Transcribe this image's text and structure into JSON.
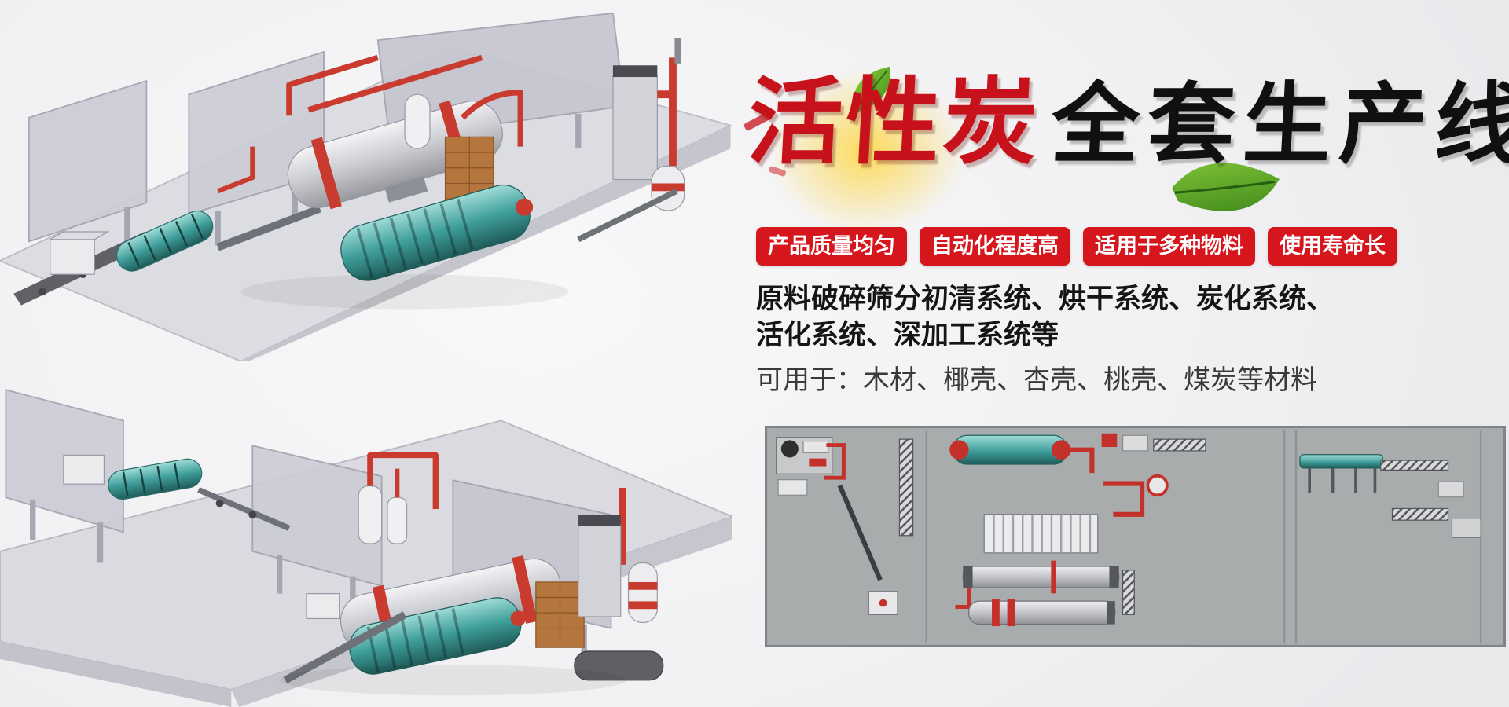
{
  "hero": {
    "title_red": "活性炭",
    "title_black": "全套生产线",
    "badges": [
      "产品质量均匀",
      "自动化程度高",
      "适用于多种物料",
      "使用寿命长"
    ],
    "description_line1": "原料破碎筛分初清系统、烘干系统、炭化系统、",
    "description_line2": "活化系统、深加工系统等",
    "usage_line": "可用于：木材、椰壳、杏壳、桃壳、煤炭等材料",
    "colors": {
      "title_red": "#c8121b",
      "title_black": "#101010",
      "badge_background": "#d5161d",
      "badge_text": "#ffffff",
      "accent_green": "#6ab82e",
      "glow_yellow": "#ffd640",
      "machine_teal": "#3f9e9a",
      "pipe_red": "#c93a2f",
      "panel_gray": "#a8acad"
    }
  }
}
